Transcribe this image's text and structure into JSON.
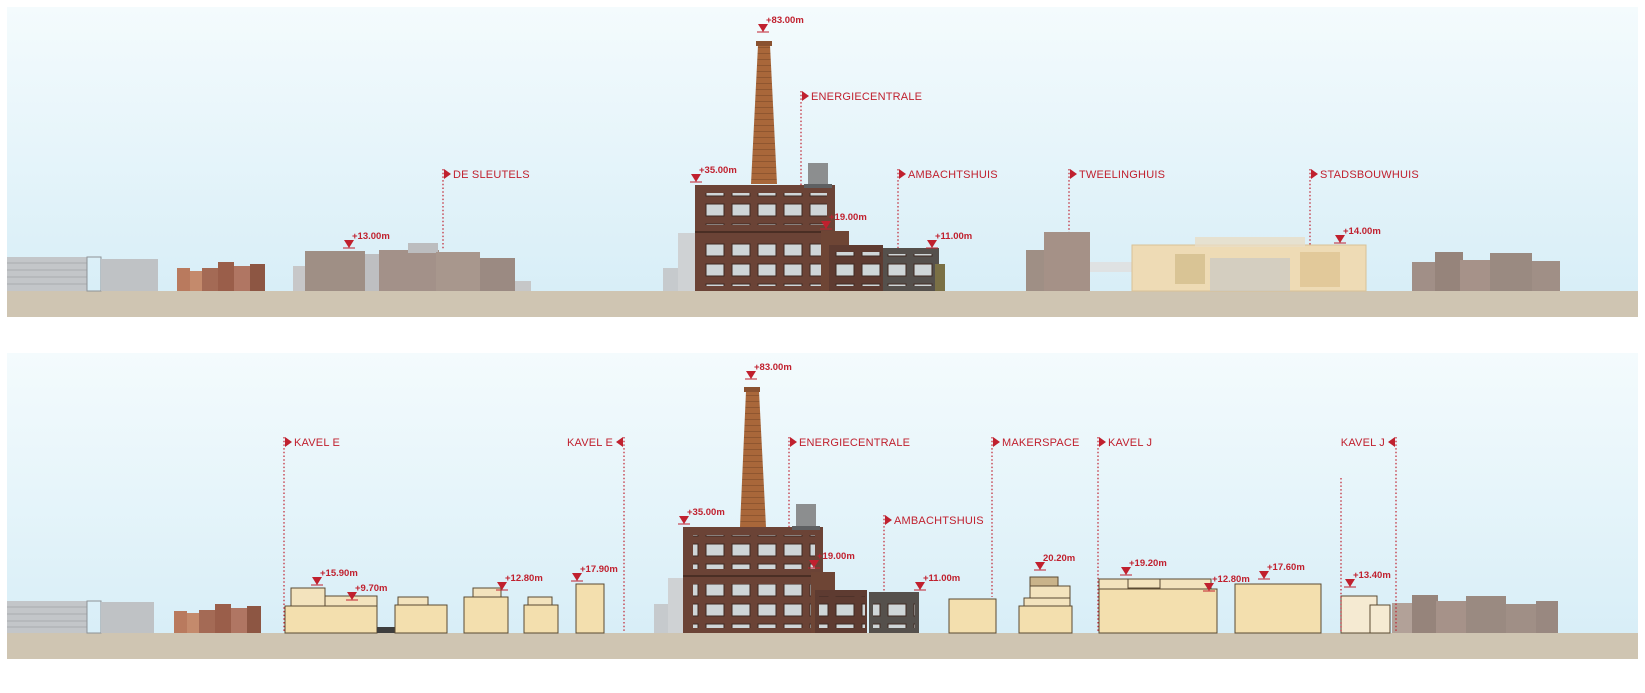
{
  "colors": {
    "sky_top": "#f4fbfd",
    "sky_bottom": "#d8eef7",
    "ground": "#cfc5b2",
    "accent_red": "#c0202e",
    "brick": "#6b4336",
    "chimney": "#a9673a",
    "new_volume": "#f3dfae",
    "new_volume_edge": "#5a4a32",
    "existing_neutral": "#9e8f86",
    "grey_building": "#b8bcc0"
  },
  "top_section": {
    "labels": {
      "de_sleutels": "DE SLEUTELS",
      "energiecentrale": "ENERGIECENTRALE",
      "ambachtshuis": "AMBACHTSHUIS",
      "tweelinghuis": "TWEELINGHUIS",
      "stadsbouwhuis": "STADSBOUWHUIS"
    },
    "heights": {
      "chimney": "+83.00m",
      "hall": "+35.00m",
      "annex": "+19.00m",
      "ambachtshuis": "+11.00m",
      "de_sleutels": "+13.00m",
      "stadsbouwhuis": "+14.00m"
    }
  },
  "bottom_section": {
    "labels": {
      "kavel_e_left": "KAVEL E",
      "kavel_e_right": "KAVEL E",
      "energiecentrale": "ENERGIECENTRALE",
      "ambachtshuis": "AMBACHTSHUIS",
      "makerspace": "MAKERSPACE",
      "kavel_j_left": "KAVEL J",
      "kavel_j_right": "KAVEL J"
    },
    "heights": {
      "chimney": "+83.00m",
      "hall": "+35.00m",
      "annex": "+19.00m",
      "ambachtshuis": "+11.00m",
      "e1_upper": "+15.90m",
      "e1_lower": "+9.70m",
      "e3": "+12.80m",
      "e5": "+17.90m",
      "makerspace_block": "20.20m",
      "j1": "+19.20m",
      "j1_right": "+12.80m",
      "j2": "+17.60m",
      "j3": "+13.40m"
    }
  }
}
